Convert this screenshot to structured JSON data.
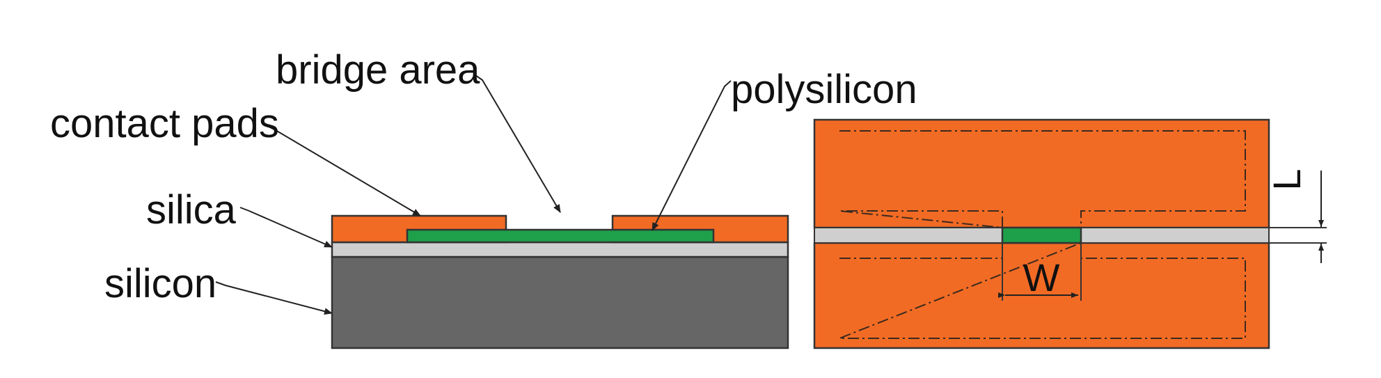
{
  "labels": {
    "bridge_area": "bridge area",
    "polysilicon": "polysilicon",
    "contact_pads": "contact pads",
    "silica": "silica",
    "silicon": "silicon",
    "width": "W",
    "length": "L"
  },
  "colors": {
    "contact_pad": "#f26b24",
    "polysilicon": "#1ea04a",
    "silica": "#cfcfcf",
    "silicon": "#666666",
    "outline": "#333333",
    "dash": "#3a2a20"
  }
}
